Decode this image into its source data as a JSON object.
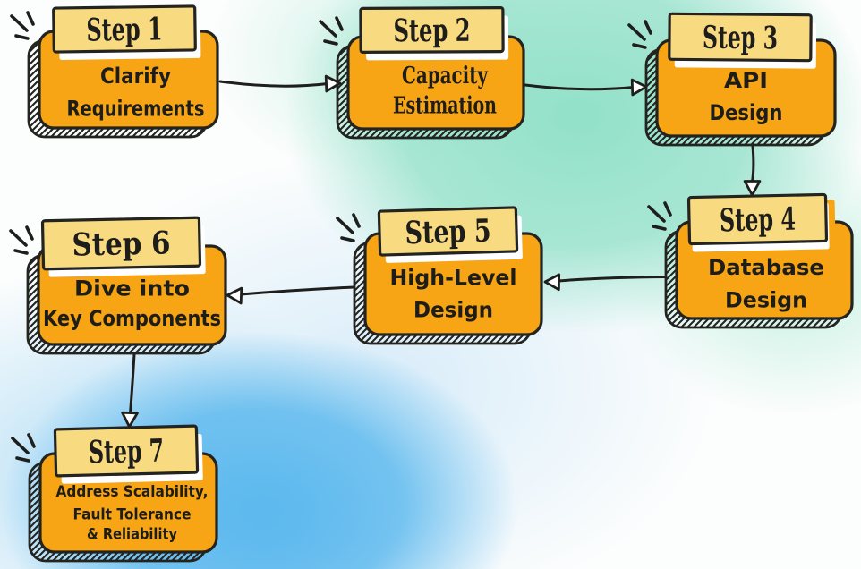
{
  "diagram": {
    "type": "flowchart",
    "colors": {
      "box_fill": "#F7A514",
      "tab_fill": "#F8DA80",
      "outline": "#232320",
      "text": "#1D1D1B",
      "arrow": "#1E1E1C",
      "arrowhead_fill": "#FFFFFF",
      "tab_shadow": "#FFFFFF",
      "bg_teal": "#8ADEC4",
      "bg_blue": "#62BCEE",
      "bg_white": "#FCFDFD"
    },
    "steps": [
      {
        "id": "step-1",
        "label": "Step 1",
        "lines": [
          "Clarify",
          "Requirements"
        ]
      },
      {
        "id": "step-2",
        "label": "Step 2",
        "lines": [
          "Capacity",
          "Estimation"
        ]
      },
      {
        "id": "step-3",
        "label": "Step 3",
        "lines": [
          "API",
          "Design"
        ]
      },
      {
        "id": "step-4",
        "label": "Step 4",
        "lines": [
          "Database",
          "Design"
        ]
      },
      {
        "id": "step-5",
        "label": "Step 5",
        "lines": [
          "High-Level",
          "Design"
        ]
      },
      {
        "id": "step-6",
        "label": "Step 6",
        "lines": [
          "Dive into",
          "Key Components"
        ]
      },
      {
        "id": "step-7",
        "label": "Step 7",
        "lines": [
          "Address Scalability,",
          "Fault Tolerance",
          "& Reliability"
        ]
      }
    ],
    "connections": [
      {
        "from": "step-1",
        "to": "step-2"
      },
      {
        "from": "step-2",
        "to": "step-3"
      },
      {
        "from": "step-3",
        "to": "step-4"
      },
      {
        "from": "step-4",
        "to": "step-5"
      },
      {
        "from": "step-5",
        "to": "step-6"
      },
      {
        "from": "step-6",
        "to": "step-7"
      }
    ]
  }
}
